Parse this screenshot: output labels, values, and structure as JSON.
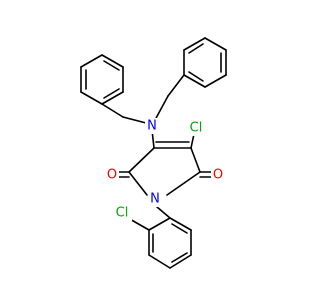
{
  "molecule": {
    "atoms": {
      "n_amine": {
        "symbol": "N",
        "color": "#0000ff"
      },
      "cl_ring": {
        "symbol": "Cl",
        "color": "#00aa00"
      },
      "o_left": {
        "symbol": "O",
        "color": "#ff0000"
      },
      "o_right": {
        "symbol": "O",
        "color": "#ff0000"
      },
      "n_imide": {
        "symbol": "N",
        "color": "#0000ff"
      },
      "cl_aryl": {
        "symbol": "Cl",
        "color": "#00aa00"
      }
    }
  }
}
